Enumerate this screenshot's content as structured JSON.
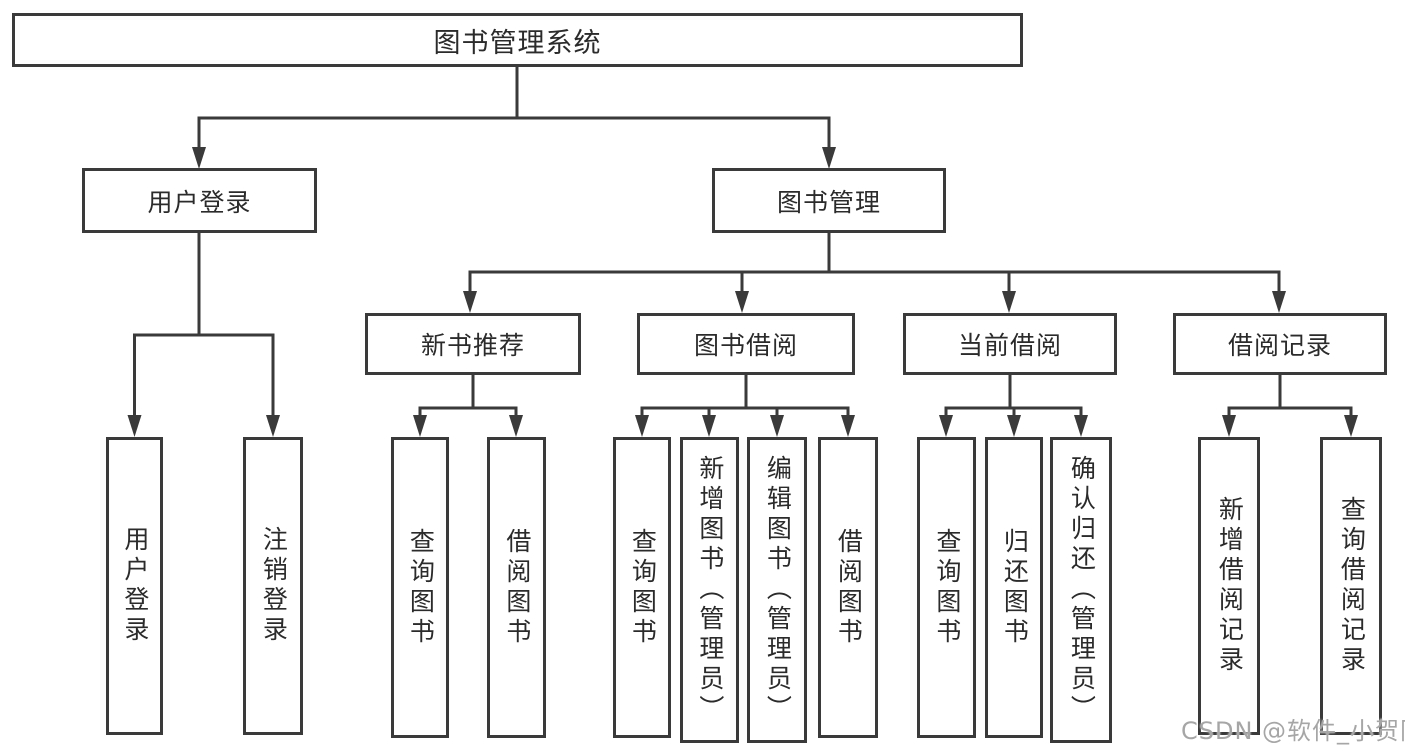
{
  "diagram": {
    "root": {
      "label": "图书管理系统",
      "children": [
        {
          "label": "用户登录",
          "children": [
            {
              "label": "用户登录"
            },
            {
              "label": "注销登录"
            }
          ]
        },
        {
          "label": "图书管理",
          "children": [
            {
              "label": "新书推荐",
              "children": [
                {
                  "label": "查询图书"
                },
                {
                  "label": "借阅图书"
                }
              ]
            },
            {
              "label": "图书借阅",
              "children": [
                {
                  "label": "查询图书"
                },
                {
                  "label": "新增图书（管理员）"
                },
                {
                  "label": "编辑图书（管理员）"
                },
                {
                  "label": "借阅图书"
                }
              ]
            },
            {
              "label": "当前借阅",
              "children": [
                {
                  "label": "查询图书"
                },
                {
                  "label": "归还图书"
                },
                {
                  "label": "确认归还（管理员）"
                }
              ]
            },
            {
              "label": "借阅记录",
              "children": [
                {
                  "label": "新增借阅记录"
                },
                {
                  "label": "查询借阅记录"
                }
              ]
            }
          ]
        }
      ]
    },
    "line_color": "#3a3a3a",
    "text_color": "#2b2b2b"
  },
  "watermark": "CSDN @软件_小贺同学"
}
